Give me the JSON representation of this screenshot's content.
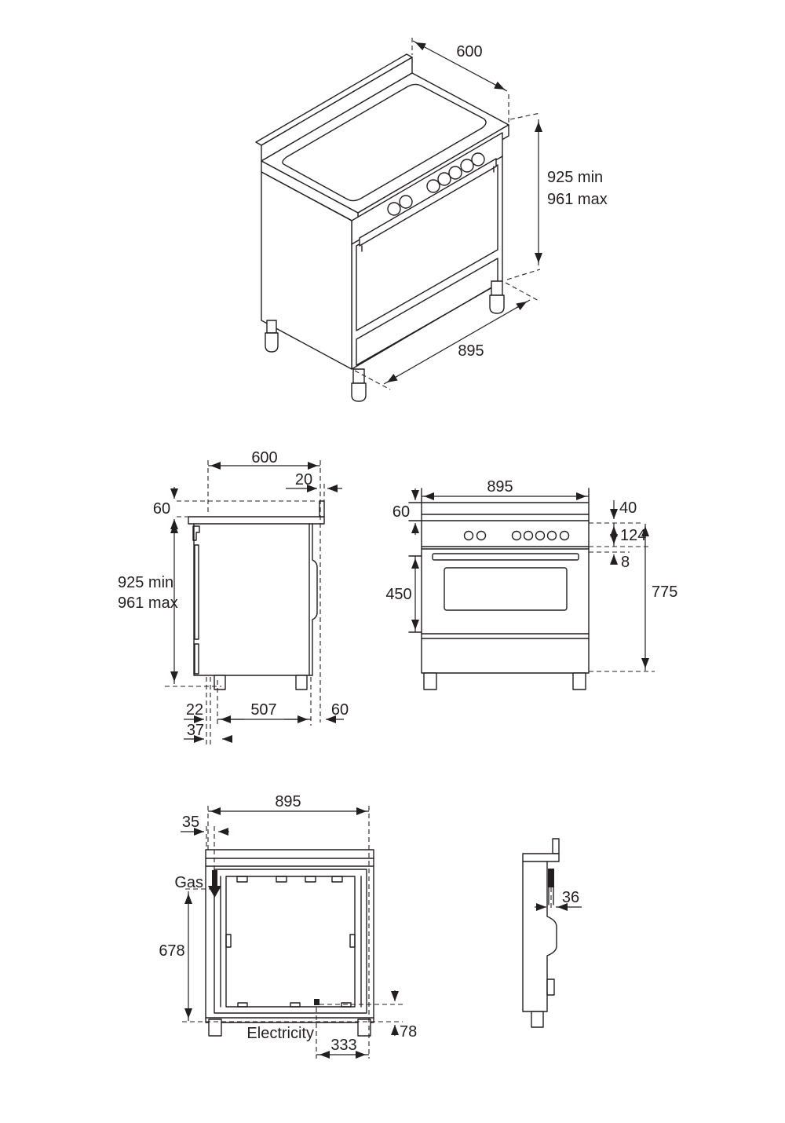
{
  "colors": {
    "line": "#231f20",
    "background": "#ffffff"
  },
  "views": {
    "isometric": {
      "depth": "600",
      "height_line1": "925 min",
      "height_line2": "961 max",
      "width": "895"
    },
    "side": {
      "depth": "600",
      "backsplash_thickness": "20",
      "backsplash_height": "60",
      "height_line1": "925 min",
      "height_line2": "961 max",
      "front_clearance": "22",
      "leg_spacing": "507",
      "rear_clearance": "60",
      "front_clearance2": "37"
    },
    "front": {
      "width": "895",
      "worktop_edge": "60",
      "top_trim": "40",
      "control_panel": "124",
      "gap": "8",
      "oven_door": "450",
      "body_height": "775"
    },
    "rear": {
      "width": "895",
      "gas_inset": "35",
      "gas_label": "Gas",
      "opening_height": "678",
      "electricity_label": "Electricity",
      "electricity_inset": "333",
      "bottom_clearance": "78"
    },
    "profile": {
      "gas_pipe_inset": "36"
    }
  }
}
